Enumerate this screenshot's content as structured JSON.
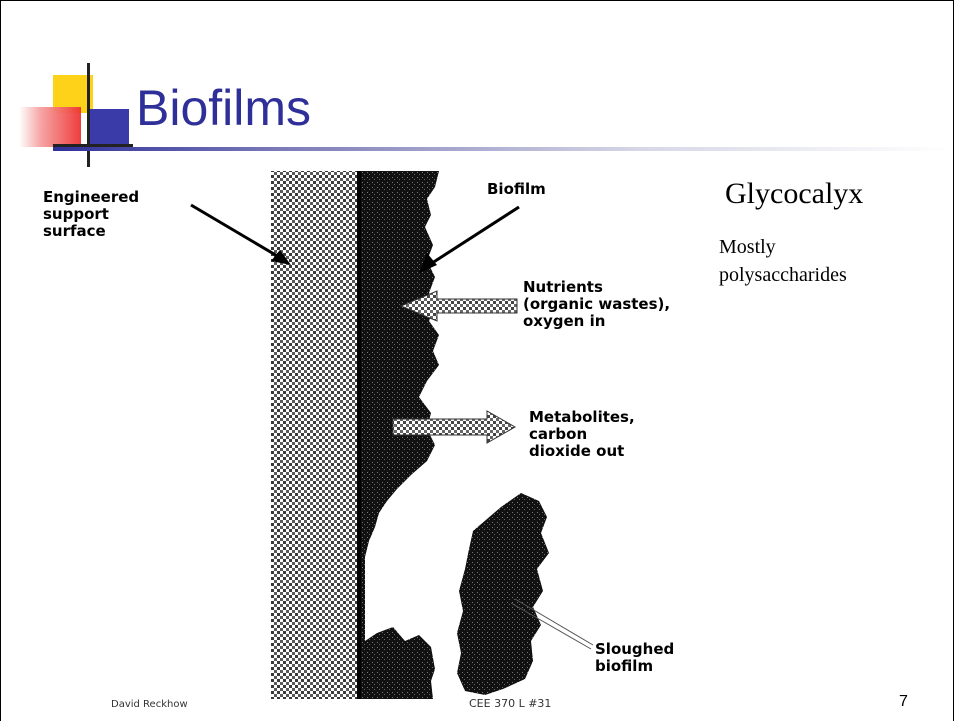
{
  "slide": {
    "title": "Biofilms",
    "footer_left": "David Reckhow",
    "footer_center": "CEE 370 L #31",
    "page_number": "7",
    "title_color": "#2f2f9a"
  },
  "diagram": {
    "labels": {
      "support": [
        "Engineered",
        "support",
        "surface"
      ],
      "biofilm": "Biofilm",
      "nutrients": [
        "Nutrients",
        "(organic wastes),",
        "oxygen in"
      ],
      "metabolites": [
        "Metabolites,",
        "carbon",
        "dioxide out"
      ],
      "sloughed": [
        "Sloughed",
        "biofilm"
      ]
    },
    "side_note": {
      "heading": "Glycocalyx",
      "body": [
        "Mostly",
        "polysaccharides"
      ]
    }
  }
}
